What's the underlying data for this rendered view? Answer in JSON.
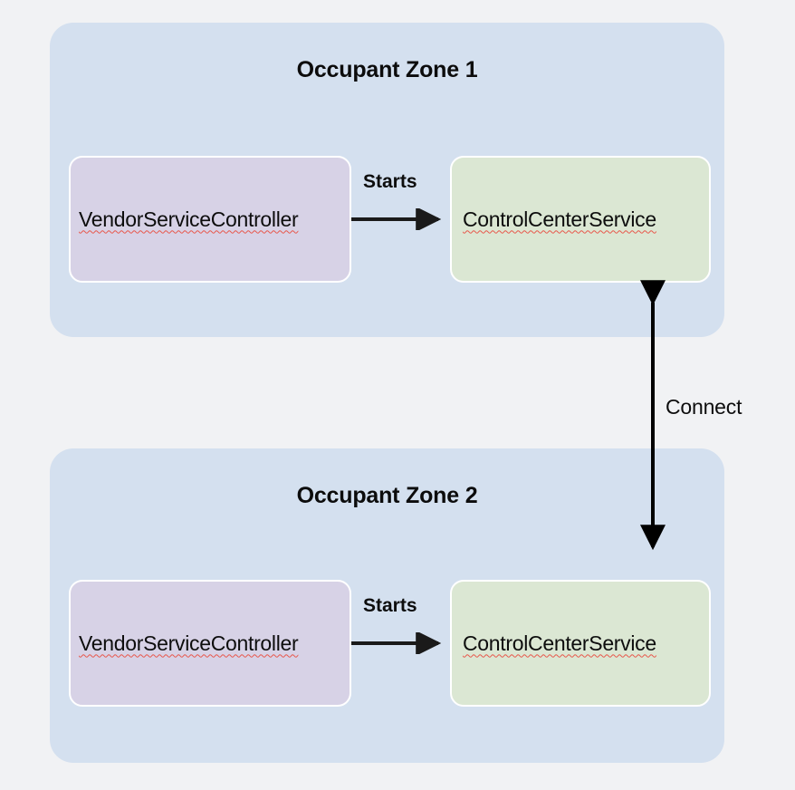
{
  "diagram": {
    "type": "architecture-diagram",
    "background_color": "#f1f2f4",
    "zones": [
      {
        "id": "zone-1",
        "title": "Occupant Zone 1",
        "fill": "#d4e0ef",
        "nodes": [
          {
            "id": "vendor-1",
            "label": "VendorServiceController",
            "fill": "#d7d2e6",
            "spellcheck_underline": true
          },
          {
            "id": "service-1",
            "label": "ControlCenterService",
            "fill": "#dbe7d3",
            "spellcheck_underline": true
          }
        ],
        "edges": [
          {
            "id": "starts-1",
            "label": "Starts",
            "from": "vendor-1",
            "to": "service-1",
            "direction": "forward"
          }
        ]
      },
      {
        "id": "zone-2",
        "title": "Occupant Zone 2",
        "fill": "#d4e0ef",
        "nodes": [
          {
            "id": "vendor-2",
            "label": "VendorServiceController",
            "fill": "#d7d2e6",
            "spellcheck_underline": true
          },
          {
            "id": "service-2",
            "label": "ControlCenterService",
            "fill": "#dbe7d3",
            "spellcheck_underline": true
          }
        ],
        "edges": [
          {
            "id": "starts-2",
            "label": "Starts",
            "from": "vendor-2",
            "to": "service-2",
            "direction": "forward"
          }
        ]
      }
    ],
    "cross_zone_edges": [
      {
        "id": "connect",
        "label": "Connect",
        "from": "service-1",
        "to": "service-2",
        "direction": "bidirectional",
        "color": "#000000"
      }
    ],
    "colors": {
      "zone_fill": "#d4e0ef",
      "controller_fill": "#d7d2e6",
      "service_fill": "#dbe7d3",
      "node_border": "#ffffff",
      "arrow": "#1a1a1a",
      "text": "#0d0d0d",
      "spellcheck_underline": "#e8564a"
    }
  }
}
